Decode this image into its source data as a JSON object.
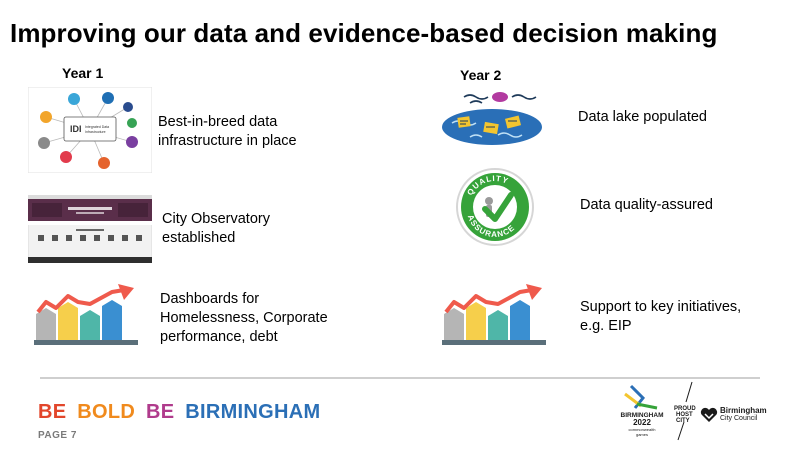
{
  "title": "Improving our data and evidence-based decision making",
  "columns": {
    "year1": {
      "heading": "Year 1",
      "items": [
        {
          "text_line1": "Best-in-breed data",
          "text_line2": "infrastructure in place",
          "icon": "integrated-data-infrastructure-image"
        },
        {
          "text_line1": "City Observatory",
          "text_line2": "established",
          "icon": "city-observatory-website-screenshot"
        },
        {
          "text_line1": "Dashboards for",
          "text_line2": "Homelessness, Corporate",
          "text_line3": "performance, debt",
          "icon": "bar-chart-growth-icon"
        }
      ]
    },
    "year2": {
      "heading": "Year 2",
      "items": [
        {
          "text_line1": "Data lake populated",
          "icon": "data-lake-icon"
        },
        {
          "text_line1": "Data quality-assured",
          "icon": "quality-assurance-badge-icon"
        },
        {
          "text_line1": "Support to key initiatives,",
          "text_line2": "e.g. EIP",
          "icon": "bar-chart-growth-icon"
        }
      ]
    }
  },
  "idi": {
    "label_main": "IDI",
    "label_sub1": "Integrated Data",
    "label_sub2": "Infrastructure"
  },
  "qa_badge": {
    "top": "QUALITY",
    "bottom": "ASSURANCE"
  },
  "footer": {
    "tagline_words": [
      "BE",
      "BOLD",
      "BE",
      "BIRMINGHAM"
    ],
    "tagline_colors": [
      "#e2462b",
      "#f08a1d",
      "#b03b8c",
      "#2b6fb6"
    ],
    "page": "PAGE 7",
    "games_line1": "BIRMINGHAM",
    "games_line2": "2022",
    "games_line3": "commonwealth",
    "games_line4": "games",
    "proud_line1": "PROUD",
    "proud_line2": "HOST",
    "proud_line3": "CITY",
    "council_line1": "Birmingham",
    "council_line2": "City Council"
  },
  "colors": {
    "bar_gray": "#b5b5b5",
    "bar_yellow": "#f6cf4b",
    "bar_teal": "#4fb6a8",
    "bar_blue": "#3a8fd1",
    "arrow_red": "#ef5a4c",
    "lake_blue": "#2a6fb7",
    "qa_green": "#36a33a"
  }
}
